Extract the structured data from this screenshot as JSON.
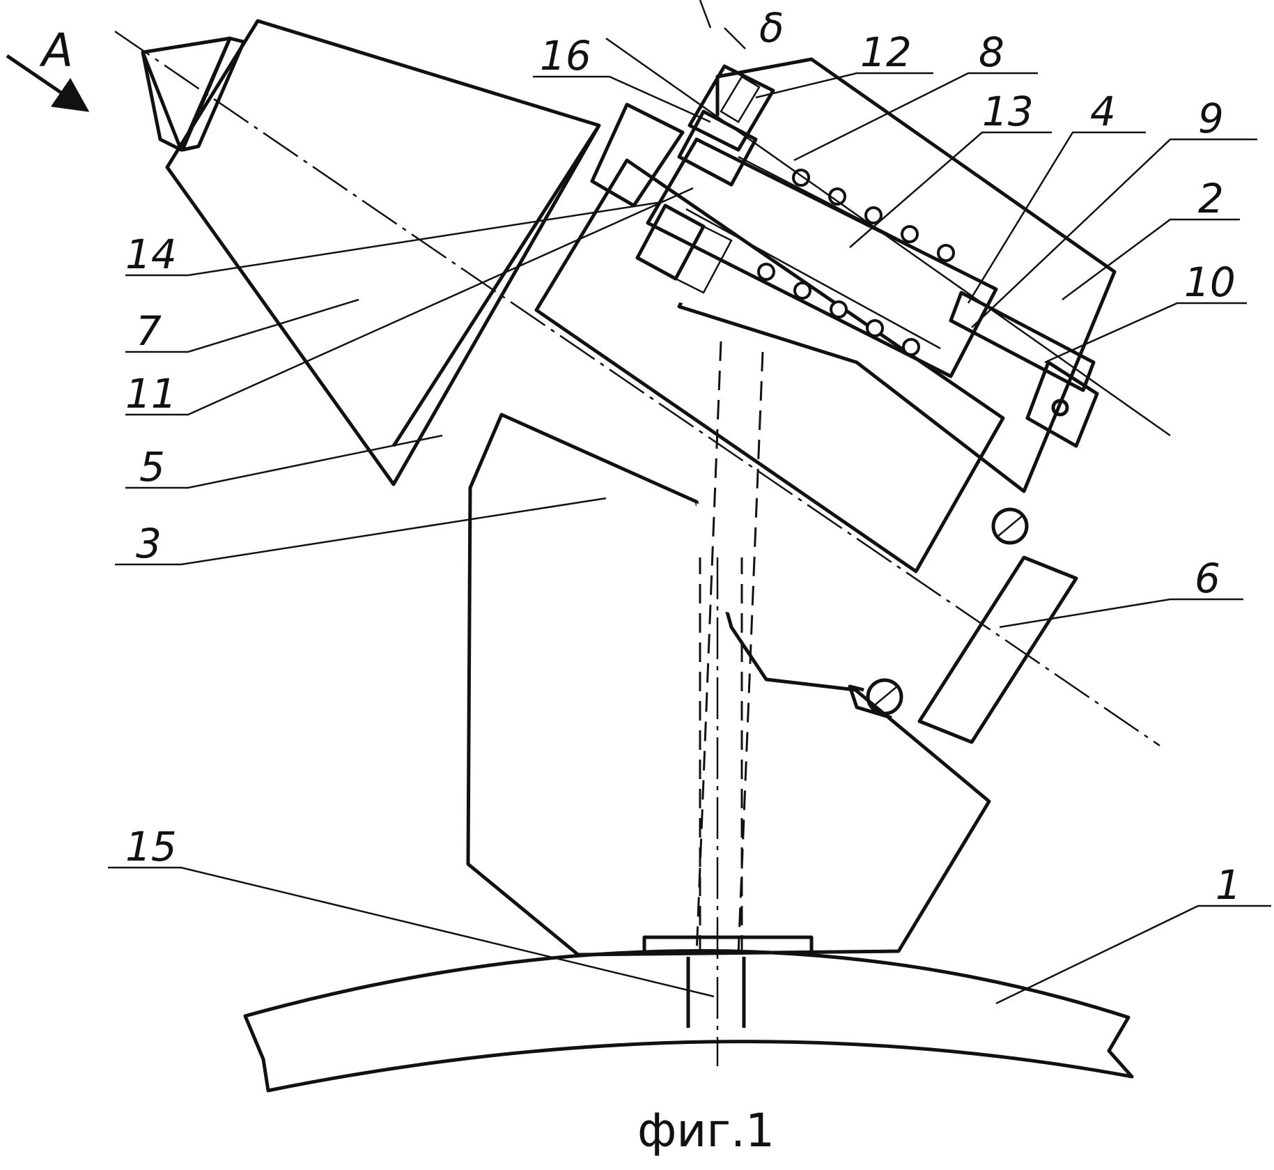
{
  "figure": {
    "caption": "фиг.1",
    "view_marker": "A",
    "gap_marker": "δ"
  },
  "callouts": [
    {
      "id": "1",
      "text": "1"
    },
    {
      "id": "2",
      "text": "2"
    },
    {
      "id": "3",
      "text": "3"
    },
    {
      "id": "4",
      "text": "4"
    },
    {
      "id": "5",
      "text": "5"
    },
    {
      "id": "6",
      "text": "6"
    },
    {
      "id": "7",
      "text": "7"
    },
    {
      "id": "8",
      "text": "8"
    },
    {
      "id": "9",
      "text": "9"
    },
    {
      "id": "10",
      "text": "10"
    },
    {
      "id": "11",
      "text": "11"
    },
    {
      "id": "12",
      "text": "12"
    },
    {
      "id": "13",
      "text": "13"
    },
    {
      "id": "14",
      "text": "14"
    },
    {
      "id": "15",
      "text": "15"
    },
    {
      "id": "16",
      "text": "16"
    }
  ],
  "colors": {
    "ink": "#111111",
    "paper": "#ffffff"
  }
}
